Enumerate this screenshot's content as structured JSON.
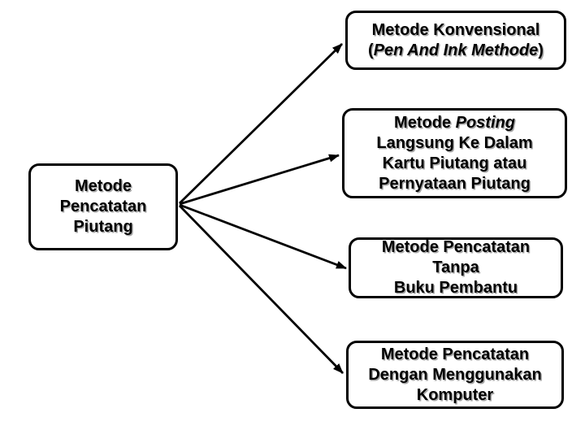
{
  "page": {
    "background_color": "#ffffff"
  },
  "style": {
    "box_border_color": "#000000",
    "box_fill_color": "#ffffff",
    "text_color": "#000000",
    "text_shadow_color": "#a6a6a6",
    "arrow_color": "#000000"
  },
  "boxes": {
    "source": {
      "lines": [
        "Metode",
        "Pencatatan",
        "Piutang"
      ]
    },
    "konvensional": {
      "line1": "Metode Konvensional",
      "line2_open": "(",
      "line2_italic": "Pen And Ink Methode",
      "line2_close": ")"
    },
    "posting": {
      "line1_regular": "Metode ",
      "line1_italic": "Posting",
      "line2": "Langsung Ke Dalam",
      "line3": "Kartu Piutang atau",
      "line4": "Pernyataan Piutang"
    },
    "tanpa_buku": {
      "lines": [
        "Metode Pencatatan",
        "Tanpa",
        "Buku Pembantu"
      ]
    },
    "komputer": {
      "lines": [
        "Metode Pencatatan",
        "Dengan Menggunakan",
        "Komputer"
      ]
    }
  },
  "edges": [
    {
      "from": "metode-pencatatan-piutang",
      "to": "metode-konvensional"
    },
    {
      "from": "metode-pencatatan-piutang",
      "to": "metode-posting-langsung"
    },
    {
      "from": "metode-pencatatan-piutang",
      "to": "metode-pencatatan-tanpa-buku-pembantu"
    },
    {
      "from": "metode-pencatatan-piutang",
      "to": "metode-pencatatan-dengan-komputer"
    }
  ]
}
